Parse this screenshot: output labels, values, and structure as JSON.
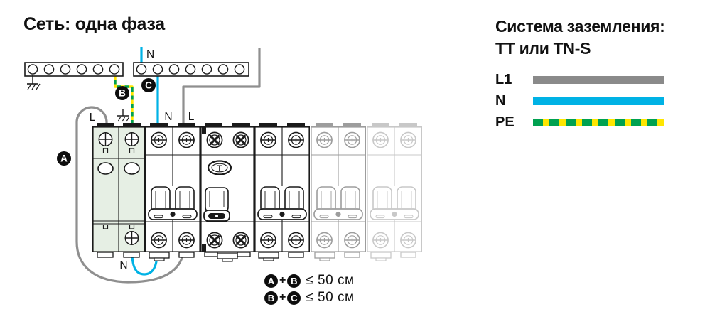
{
  "header": {
    "title": "Сеть: одна фаза"
  },
  "legend": {
    "title_line1": "Система заземления:",
    "title_line2": "ТТ или TN-S",
    "items": [
      {
        "label": "L1",
        "style": "solid-gray"
      },
      {
        "label": "N",
        "style": "solid-cyan"
      },
      {
        "label": "PE",
        "style": "green-yellow-dashed"
      }
    ]
  },
  "diagram": {
    "busbars": {
      "ground_bar_holes": 6,
      "neutral_bar_holes": 7
    },
    "labels": {
      "supply_neutral": "N",
      "spd_line": "L",
      "breaker_neutral": "N",
      "breaker_line": "L",
      "spd_neutral_bottom": "N",
      "rcd_test_button": "T"
    },
    "badges": {
      "a": "A",
      "b": "B",
      "c": "C"
    },
    "devices": [
      {
        "type": "surge-protector",
        "modules": 2,
        "appearance": "green-highlight"
      },
      {
        "type": "circuit-breaker",
        "modules": 2,
        "appearance": "normal"
      },
      {
        "type": "rcd",
        "modules": 2,
        "appearance": "normal"
      },
      {
        "type": "circuit-breaker",
        "modules": 2,
        "appearance": "normal"
      },
      {
        "type": "circuit-breaker",
        "modules": 2,
        "appearance": "faded"
      },
      {
        "type": "circuit-breaker",
        "modules": 2,
        "appearance": "more-faded"
      }
    ],
    "wires": [
      {
        "badge": "A",
        "conductor": "L1"
      },
      {
        "badge": "B",
        "conductor": "PE"
      },
      {
        "badge": "C",
        "conductor": "N"
      }
    ]
  },
  "annotations": [
    {
      "badge1": "A",
      "plus": "+",
      "badge2": "B",
      "text": "≤ 50 см"
    },
    {
      "badge1": "B",
      "plus": "+",
      "badge2": "C",
      "text": "≤ 50 см"
    }
  ],
  "colors": {
    "line-black": "#1a1a1a",
    "wire-gray": "#8f8f8f",
    "l1-gray": "#8a8a8a",
    "n-cyan": "#00b2e5",
    "pe-green": "#00a150",
    "pe-yellow": "#ffe600",
    "spd-fill": "#e6efe4",
    "faded-mid": "#9d9d9d",
    "faded-light": "#c8c8c8"
  }
}
